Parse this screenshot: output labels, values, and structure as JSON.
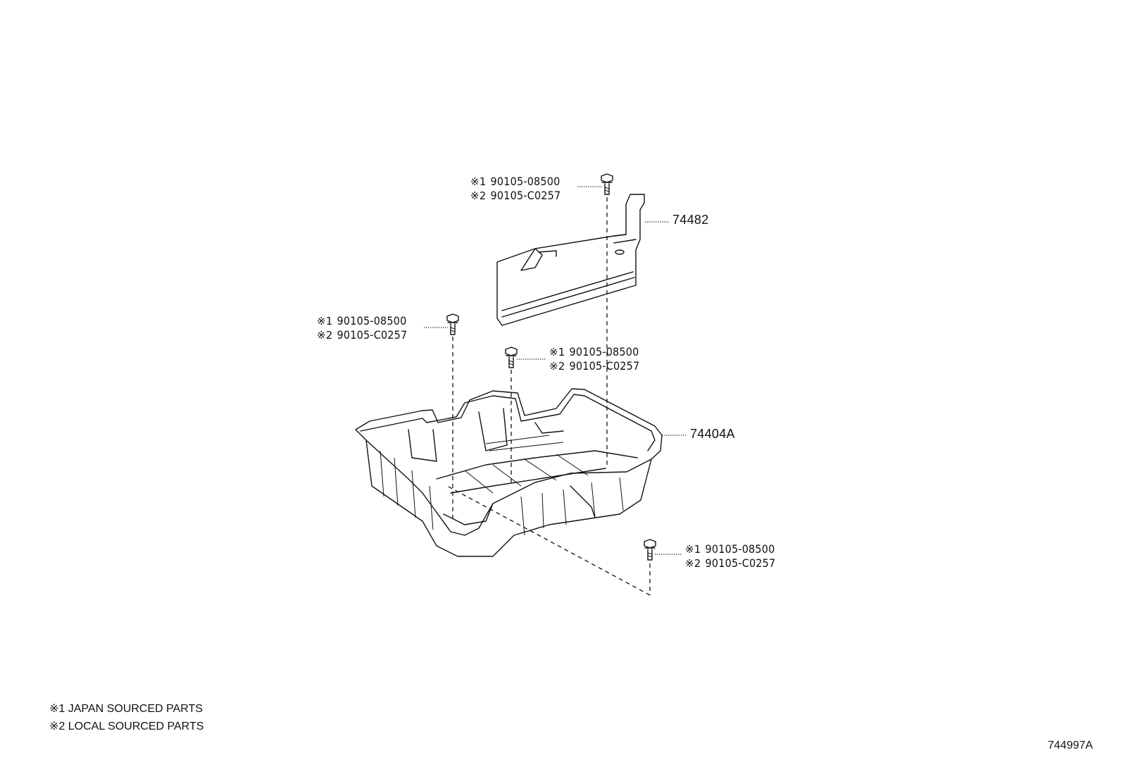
{
  "callouts": [
    {
      "id": "bolt-top",
      "mark1": "※1",
      "part1": "90105-08500",
      "mark2": "※2",
      "part2": "90105-C0257"
    },
    {
      "id": "bolt-left",
      "mark1": "※1",
      "part1": "90105-08500",
      "mark2": "※2",
      "part2": "90105-C0257"
    },
    {
      "id": "bolt-center",
      "mark1": "※1",
      "part1": "90105-08500",
      "mark2": "※2",
      "part2": "90105-C0257"
    },
    {
      "id": "bolt-bottom",
      "mark1": "※1",
      "part1": "90105-08500",
      "mark2": "※2",
      "part2": "90105-C0257"
    }
  ],
  "parts": {
    "bracket": "74482",
    "tray": "74404A"
  },
  "notes": [
    "※1 JAPAN SOURCED PARTS",
    "※2 LOCAL SOURCED PARTS"
  ],
  "diagram_id": "744997A"
}
